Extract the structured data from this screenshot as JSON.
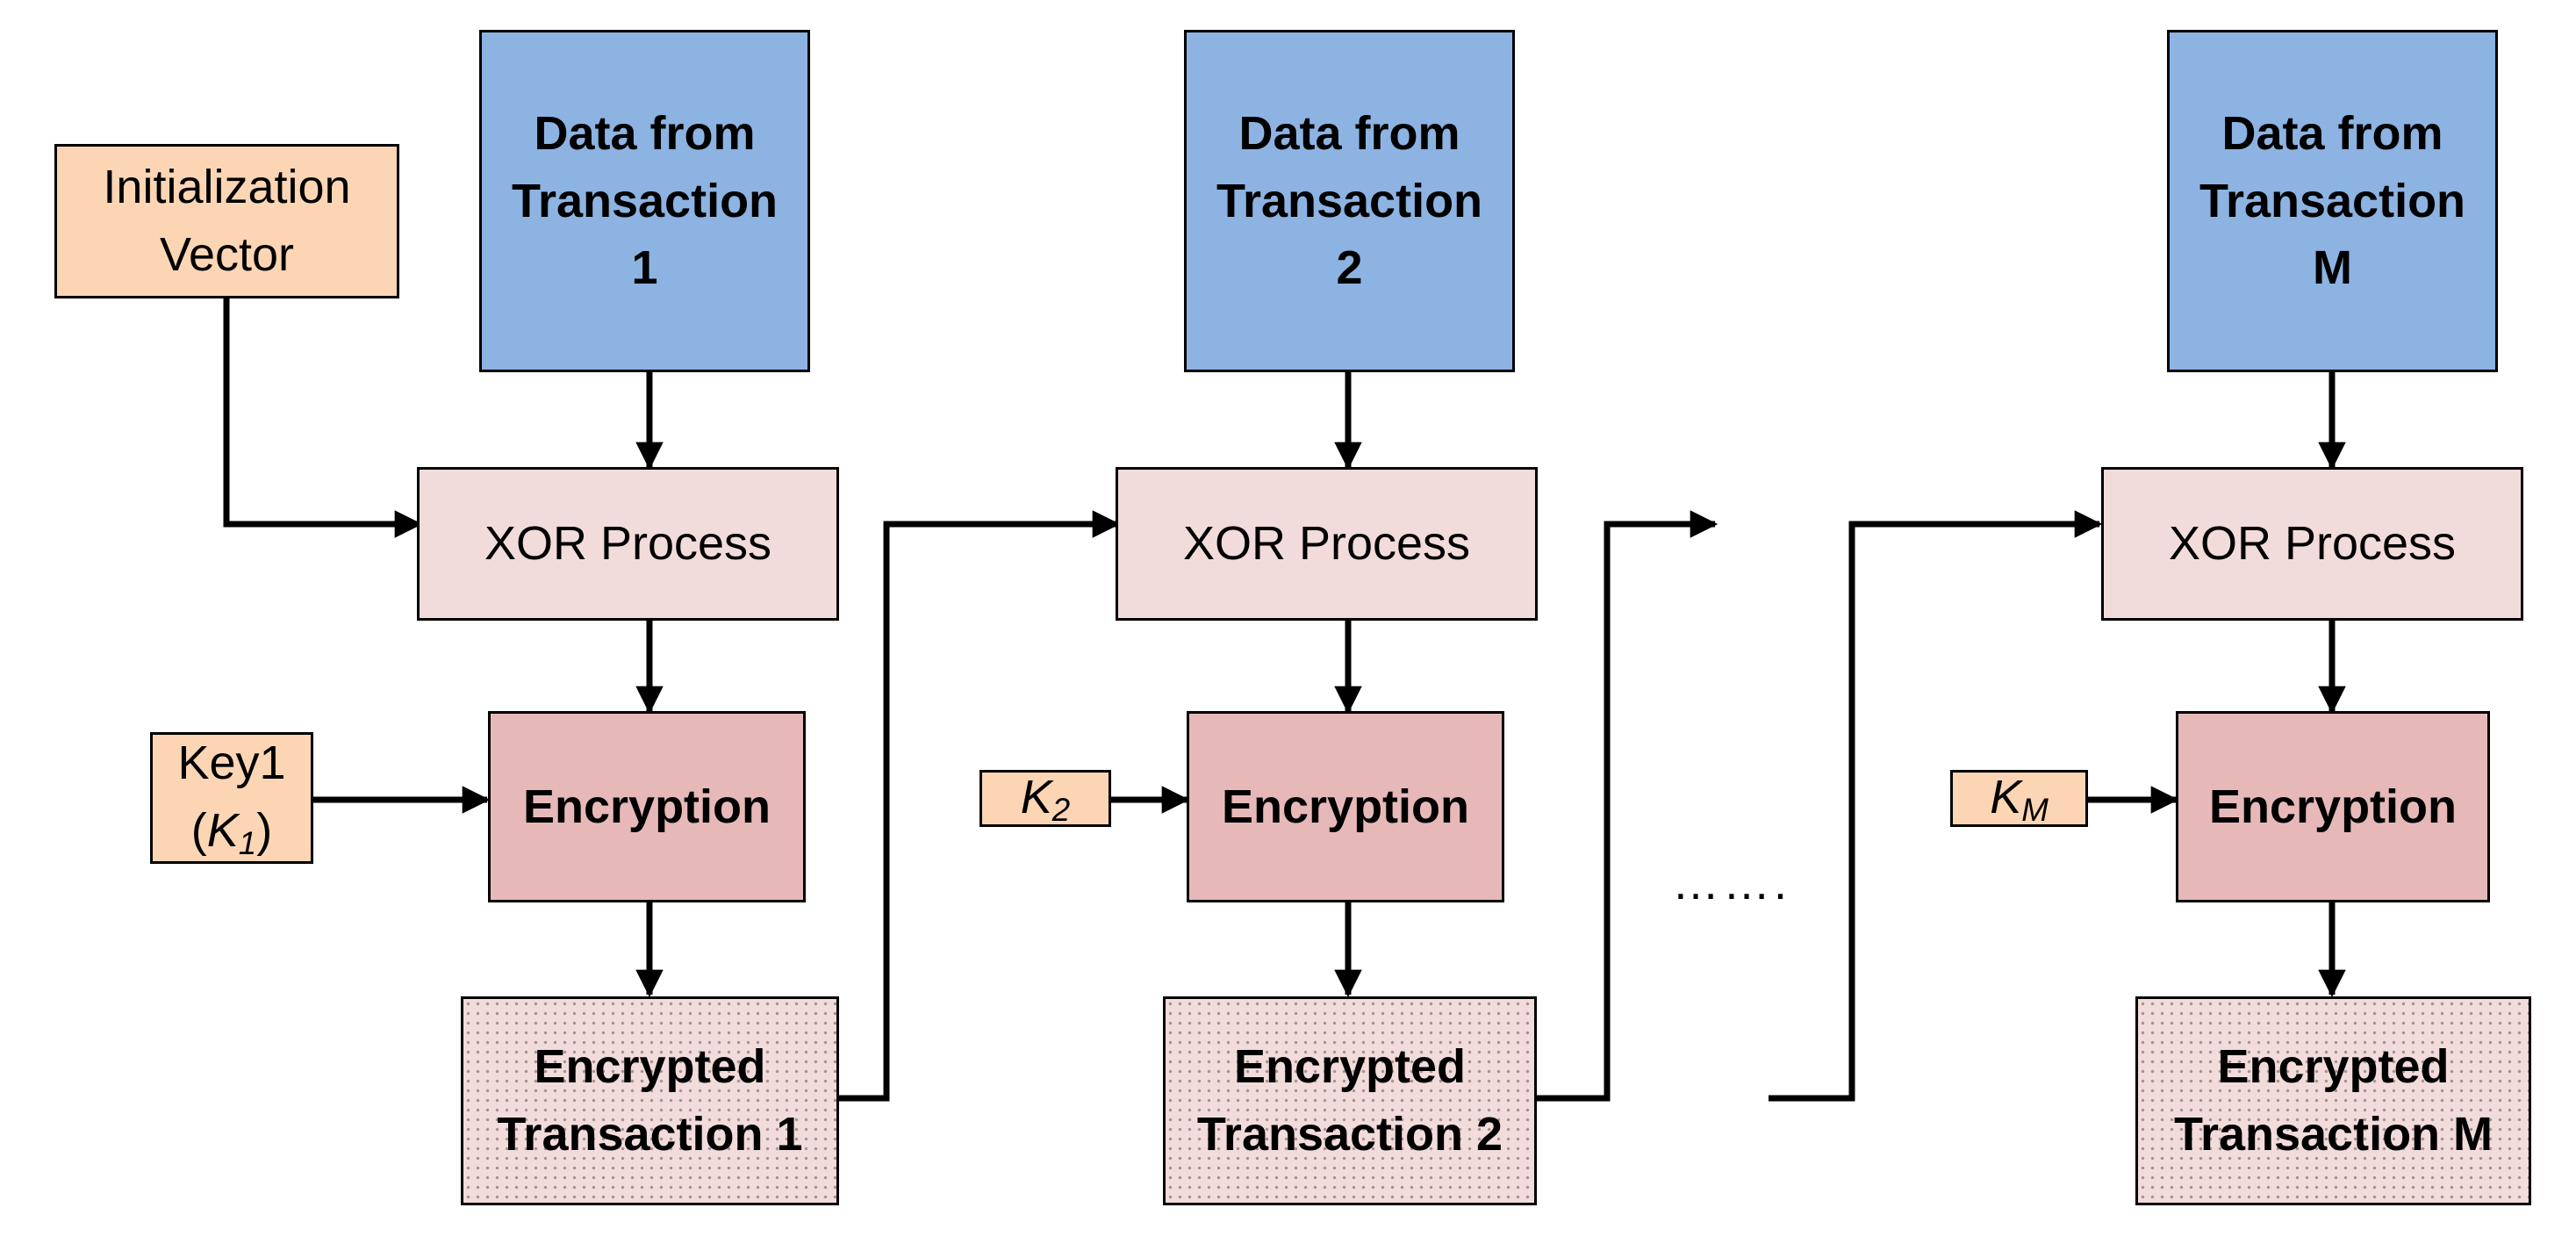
{
  "initialization_vector": {
    "line1": "Initialization",
    "line2": "Vector"
  },
  "stages": [
    {
      "data": {
        "line1": "Data from",
        "line2": "Transaction",
        "line3": "1"
      },
      "xor": "XOR Process",
      "encryption": "Encryption",
      "output": {
        "line1": "Encrypted",
        "line2": "Transaction 1"
      }
    },
    {
      "data": {
        "line1": "Data from",
        "line2": "Transaction",
        "line3": "2"
      },
      "xor": "XOR Process",
      "encryption": "Encryption",
      "output": {
        "line1": "Encrypted",
        "line2": "Transaction 2"
      }
    },
    {
      "data": {
        "line1": "Data from",
        "line2": "Transaction",
        "line3": "M"
      },
      "xor": "XOR Process",
      "encryption": "Encryption",
      "output": {
        "line1": "Encrypted",
        "line2": "Transaction M"
      }
    }
  ],
  "keys": [
    {
      "line1": "Key1",
      "open": "(",
      "symbol": "K",
      "subscript": "1",
      "close": ")"
    },
    {
      "symbol": "K",
      "subscript": "2"
    },
    {
      "symbol": "K",
      "subscript": "M"
    }
  ],
  "ellipsis": "……."
}
